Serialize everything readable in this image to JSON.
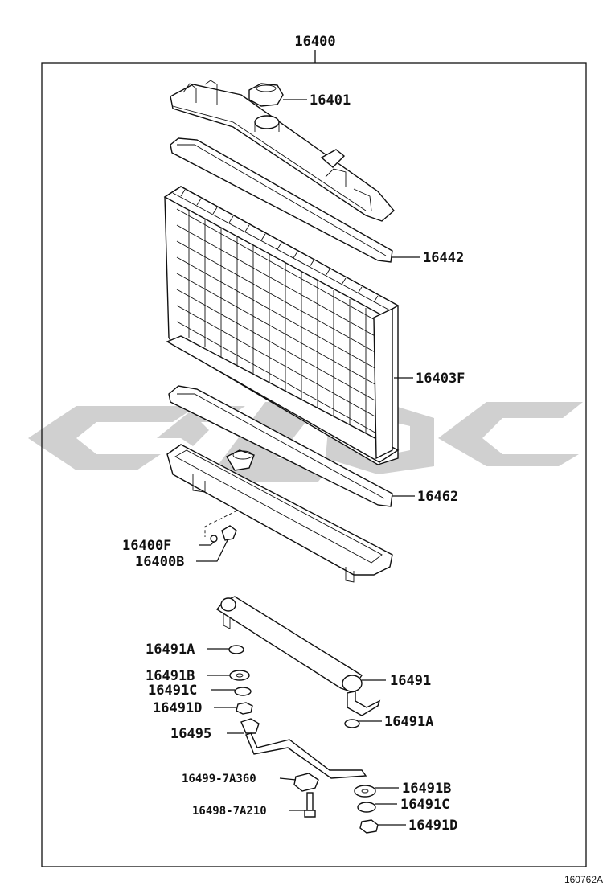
{
  "diagram": {
    "assembly_label": "16400",
    "reference_code": "160762A",
    "watermark_color": "#c8c8c8",
    "line_color": "#111111",
    "parts": {
      "p16401": "16401",
      "p16442": "16442",
      "p16403F": "16403F",
      "p16462": "16462",
      "p16400F": "16400F",
      "p16400B": "16400B",
      "p16491A_top": "16491A",
      "p16491B_top": "16491B",
      "p16491C_top": "16491C",
      "p16491D_top": "16491D",
      "p16491": "16491",
      "p16491A_right": "16491A",
      "p16495": "16495",
      "p16499": "16499-7A360",
      "p16498": "16498-7A210",
      "p16491B_bottom": "16491B",
      "p16491C_bottom": "16491C",
      "p16491D_bottom": "16491D"
    }
  }
}
